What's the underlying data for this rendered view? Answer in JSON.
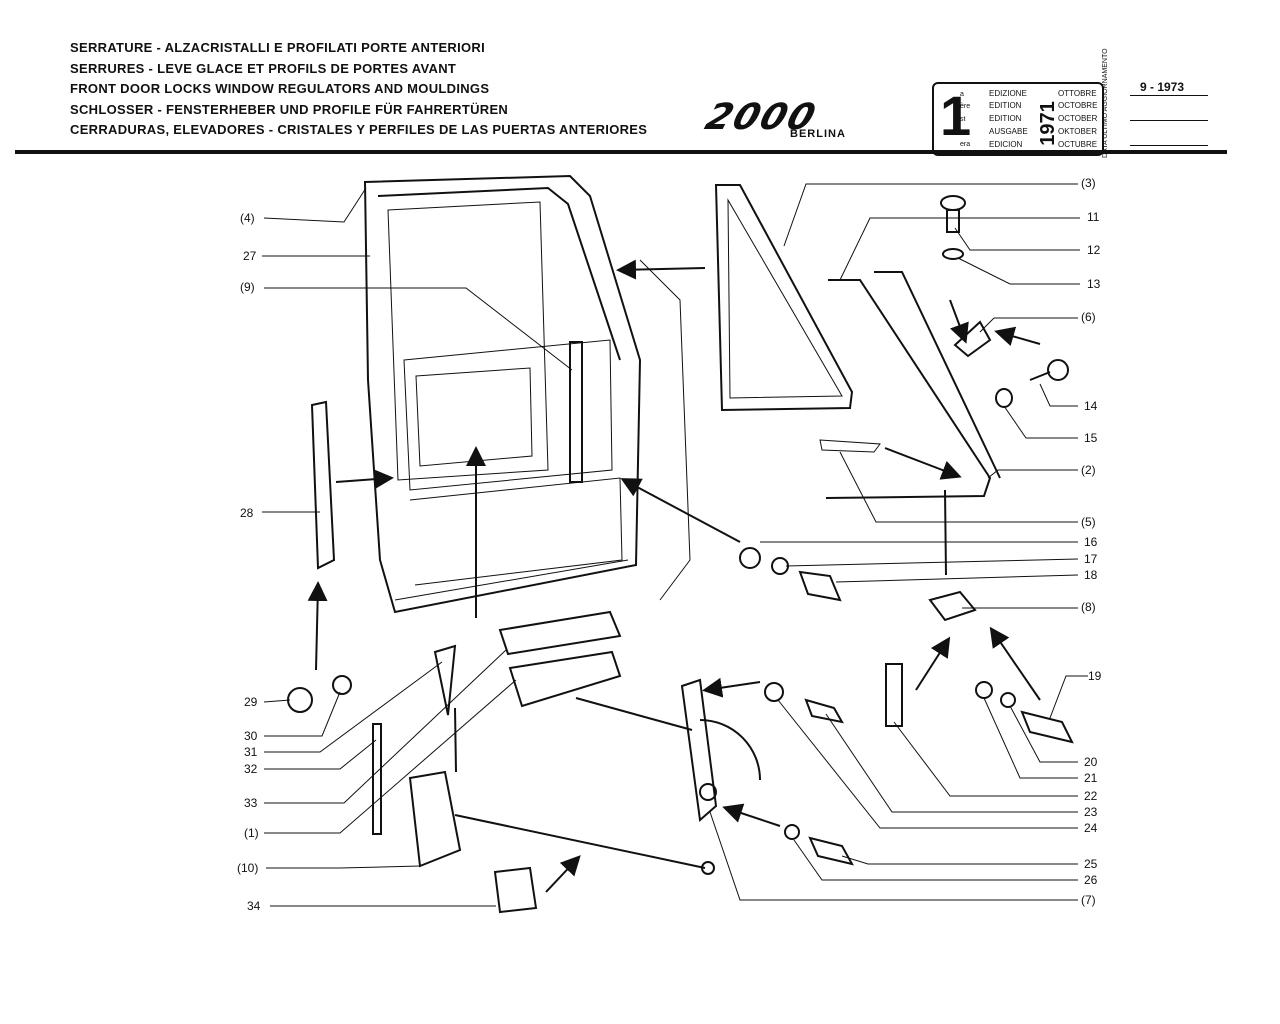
{
  "header": {
    "titles": [
      "SERRATURE - ALZACRISTALLI E PROFILATI PORTE ANTERIORI",
      "SERRURES - LEVE GLACE ET PROFILS DE PORTES AVANT",
      "FRONT DOOR LOCKS  WINDOW REGULATORS AND MOULDINGS",
      "SCHLOSSER - FENSTERHEBER UND PROFILE FÜR FAHRERTÜREN",
      "CERRADURAS, ELEVADORES - CRISTALES Y PERFILES DE LAS PUERTAS ANTERIORES"
    ],
    "logo": "2000",
    "logo_subtitle": "BERLINA"
  },
  "edition": {
    "number": "1",
    "suffixes": [
      "a",
      "ère",
      "st",
      "",
      "era"
    ],
    "labels": [
      "EDIZIONE",
      "EDITION",
      "EDITION",
      "AUSGABE",
      "EDICION"
    ],
    "year": "1971",
    "months": [
      "OTTOBRE",
      "OCTOBRE",
      "OCTOBER",
      "OKTOBER",
      "OCTUBRE"
    ],
    "update_note": "DATA ULTIMO AGGIORNAMENTO",
    "update_date": "9 - 1973"
  },
  "callouts": {
    "left": [
      "(4)",
      "27",
      "(9)",
      "28",
      "29",
      "30",
      "31",
      "32",
      "33",
      "(1)",
      "(10)",
      "34"
    ],
    "right": [
      "(3)",
      "11",
      "12",
      "13",
      "(6)",
      "14",
      "15",
      "(2)",
      "(5)",
      "16",
      "17",
      "18",
      "(8)",
      "19",
      "20",
      "21",
      "22",
      "23",
      "24",
      "25",
      "26",
      "(7)"
    ]
  },
  "colors": {
    "ink": "#111111",
    "paper": "#ffffff"
  }
}
